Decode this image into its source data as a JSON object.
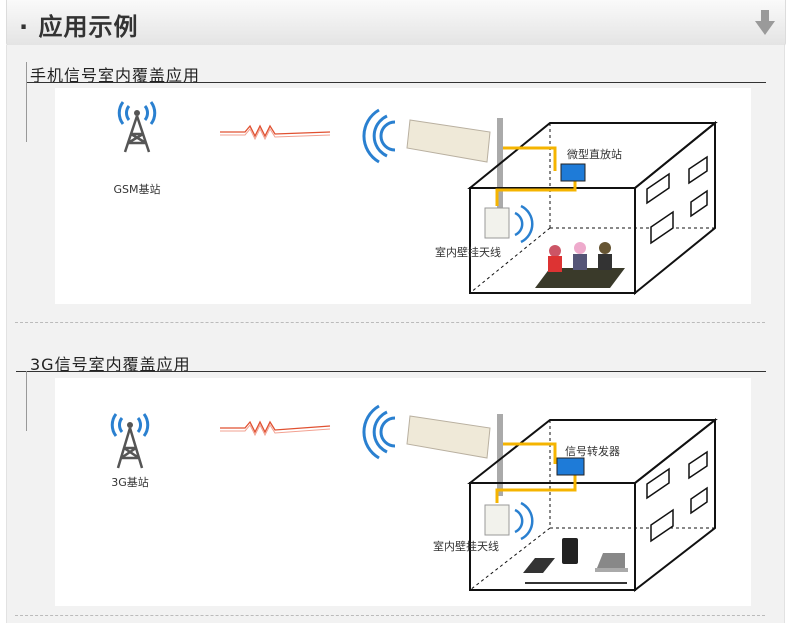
{
  "header": {
    "title": "· 应用示例",
    "arrow_icon": "down-arrow-icon"
  },
  "sections": [
    {
      "title": "手机信号室内覆盖应用",
      "tower_label": "GSM基站",
      "repeater_label": "微型直放站",
      "antenna_label": "室内壁挂天线"
    },
    {
      "title": "3G信号室内覆盖应用",
      "tower_label": "3G基站",
      "repeater_label": "信号转发器",
      "antenna_label": "室内壁挂天线"
    }
  ],
  "colors": {
    "cable": "#f5b400",
    "repeater": "#1e7bd8",
    "wave": "#2a80d0",
    "signal": "#e05030"
  }
}
